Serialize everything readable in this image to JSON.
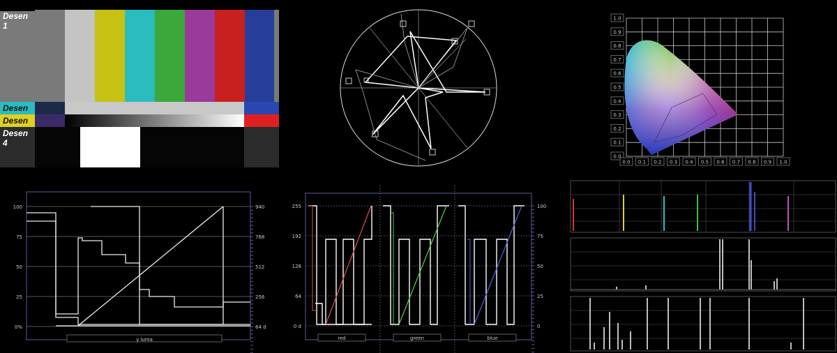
{
  "pattern": {
    "labels": [
      "Desen 1",
      "Desen 2",
      "Desen 3",
      "Desen 4"
    ],
    "bar_colors": [
      "#7a7a7a",
      "#c4c4c4",
      "#c6c214",
      "#2bbcc0",
      "#3aa83a",
      "#9a3a9a",
      "#c8201e",
      "#263e9a",
      "#7a7a7a"
    ]
  },
  "cie": {
    "y_ticks": [
      "1.0",
      "0.9",
      "0.8",
      "0.7",
      "0.6",
      "0.5",
      "0.4",
      "0.3",
      "0.2",
      "0.1",
      "0.0"
    ],
    "x_ticks": [
      "0.0",
      "0.1",
      "0.2",
      "0.3",
      "0.4",
      "0.5",
      "0.6",
      "0.7",
      "0.8",
      "0.9",
      "1.0"
    ]
  },
  "luma": {
    "left_ticks": [
      "100",
      "75",
      "50",
      "25",
      "0%"
    ],
    "right_ticks": [
      "940",
      "768",
      "512",
      "256",
      "64 d"
    ],
    "footer": "y luma"
  },
  "rgb": {
    "left_ticks": [
      "255",
      "192",
      "128",
      "64",
      "0 d"
    ],
    "right_ticks": [
      "100",
      "75",
      "50",
      "25",
      "0"
    ],
    "channels": [
      "red",
      "green",
      "blue"
    ]
  }
}
